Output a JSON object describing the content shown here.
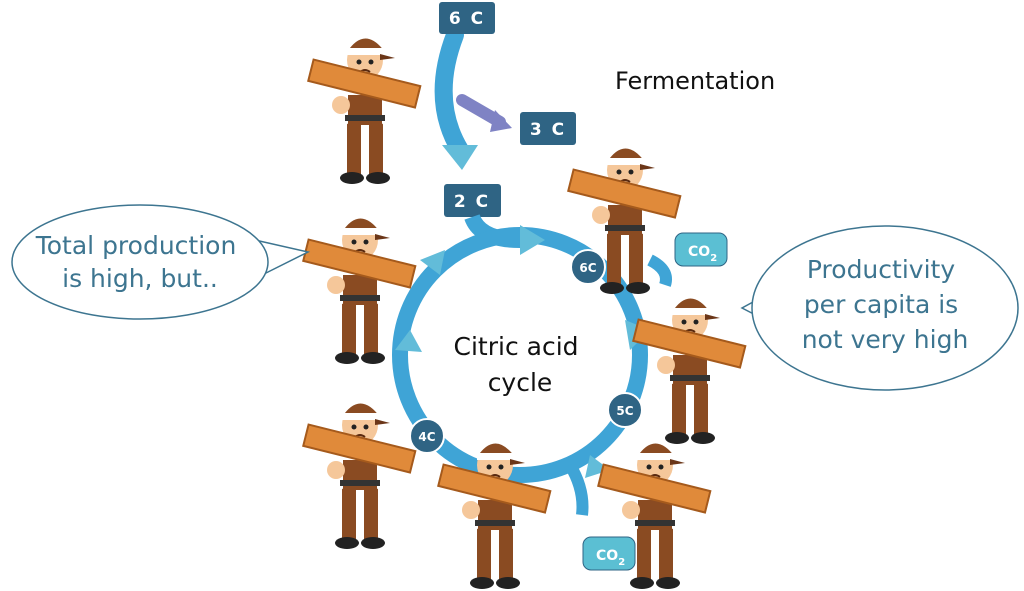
{
  "title": "Fermentation",
  "center_label": [
    "Citric acid",
    "cycle"
  ],
  "boxes": {
    "six_c": "6 C",
    "three_c": "3 C",
    "two_c": "2 C"
  },
  "nodes": {
    "six_c": "6C",
    "five_c": "5C",
    "four_c": "4C"
  },
  "co2": {
    "main": "CO",
    "sub": "2"
  },
  "bubbles": {
    "left": [
      "Total production",
      "is high, but.."
    ],
    "right": [
      "Productivity",
      "per capita is",
      "not very high"
    ]
  },
  "colors": {
    "box": "#2f6484",
    "arrow": "#3fa4d6",
    "arrow_light": "#62bcd9",
    "side_arrow": "#7f83c4",
    "co2": "#5bbfd3",
    "bubble_text": "#3d7590"
  }
}
